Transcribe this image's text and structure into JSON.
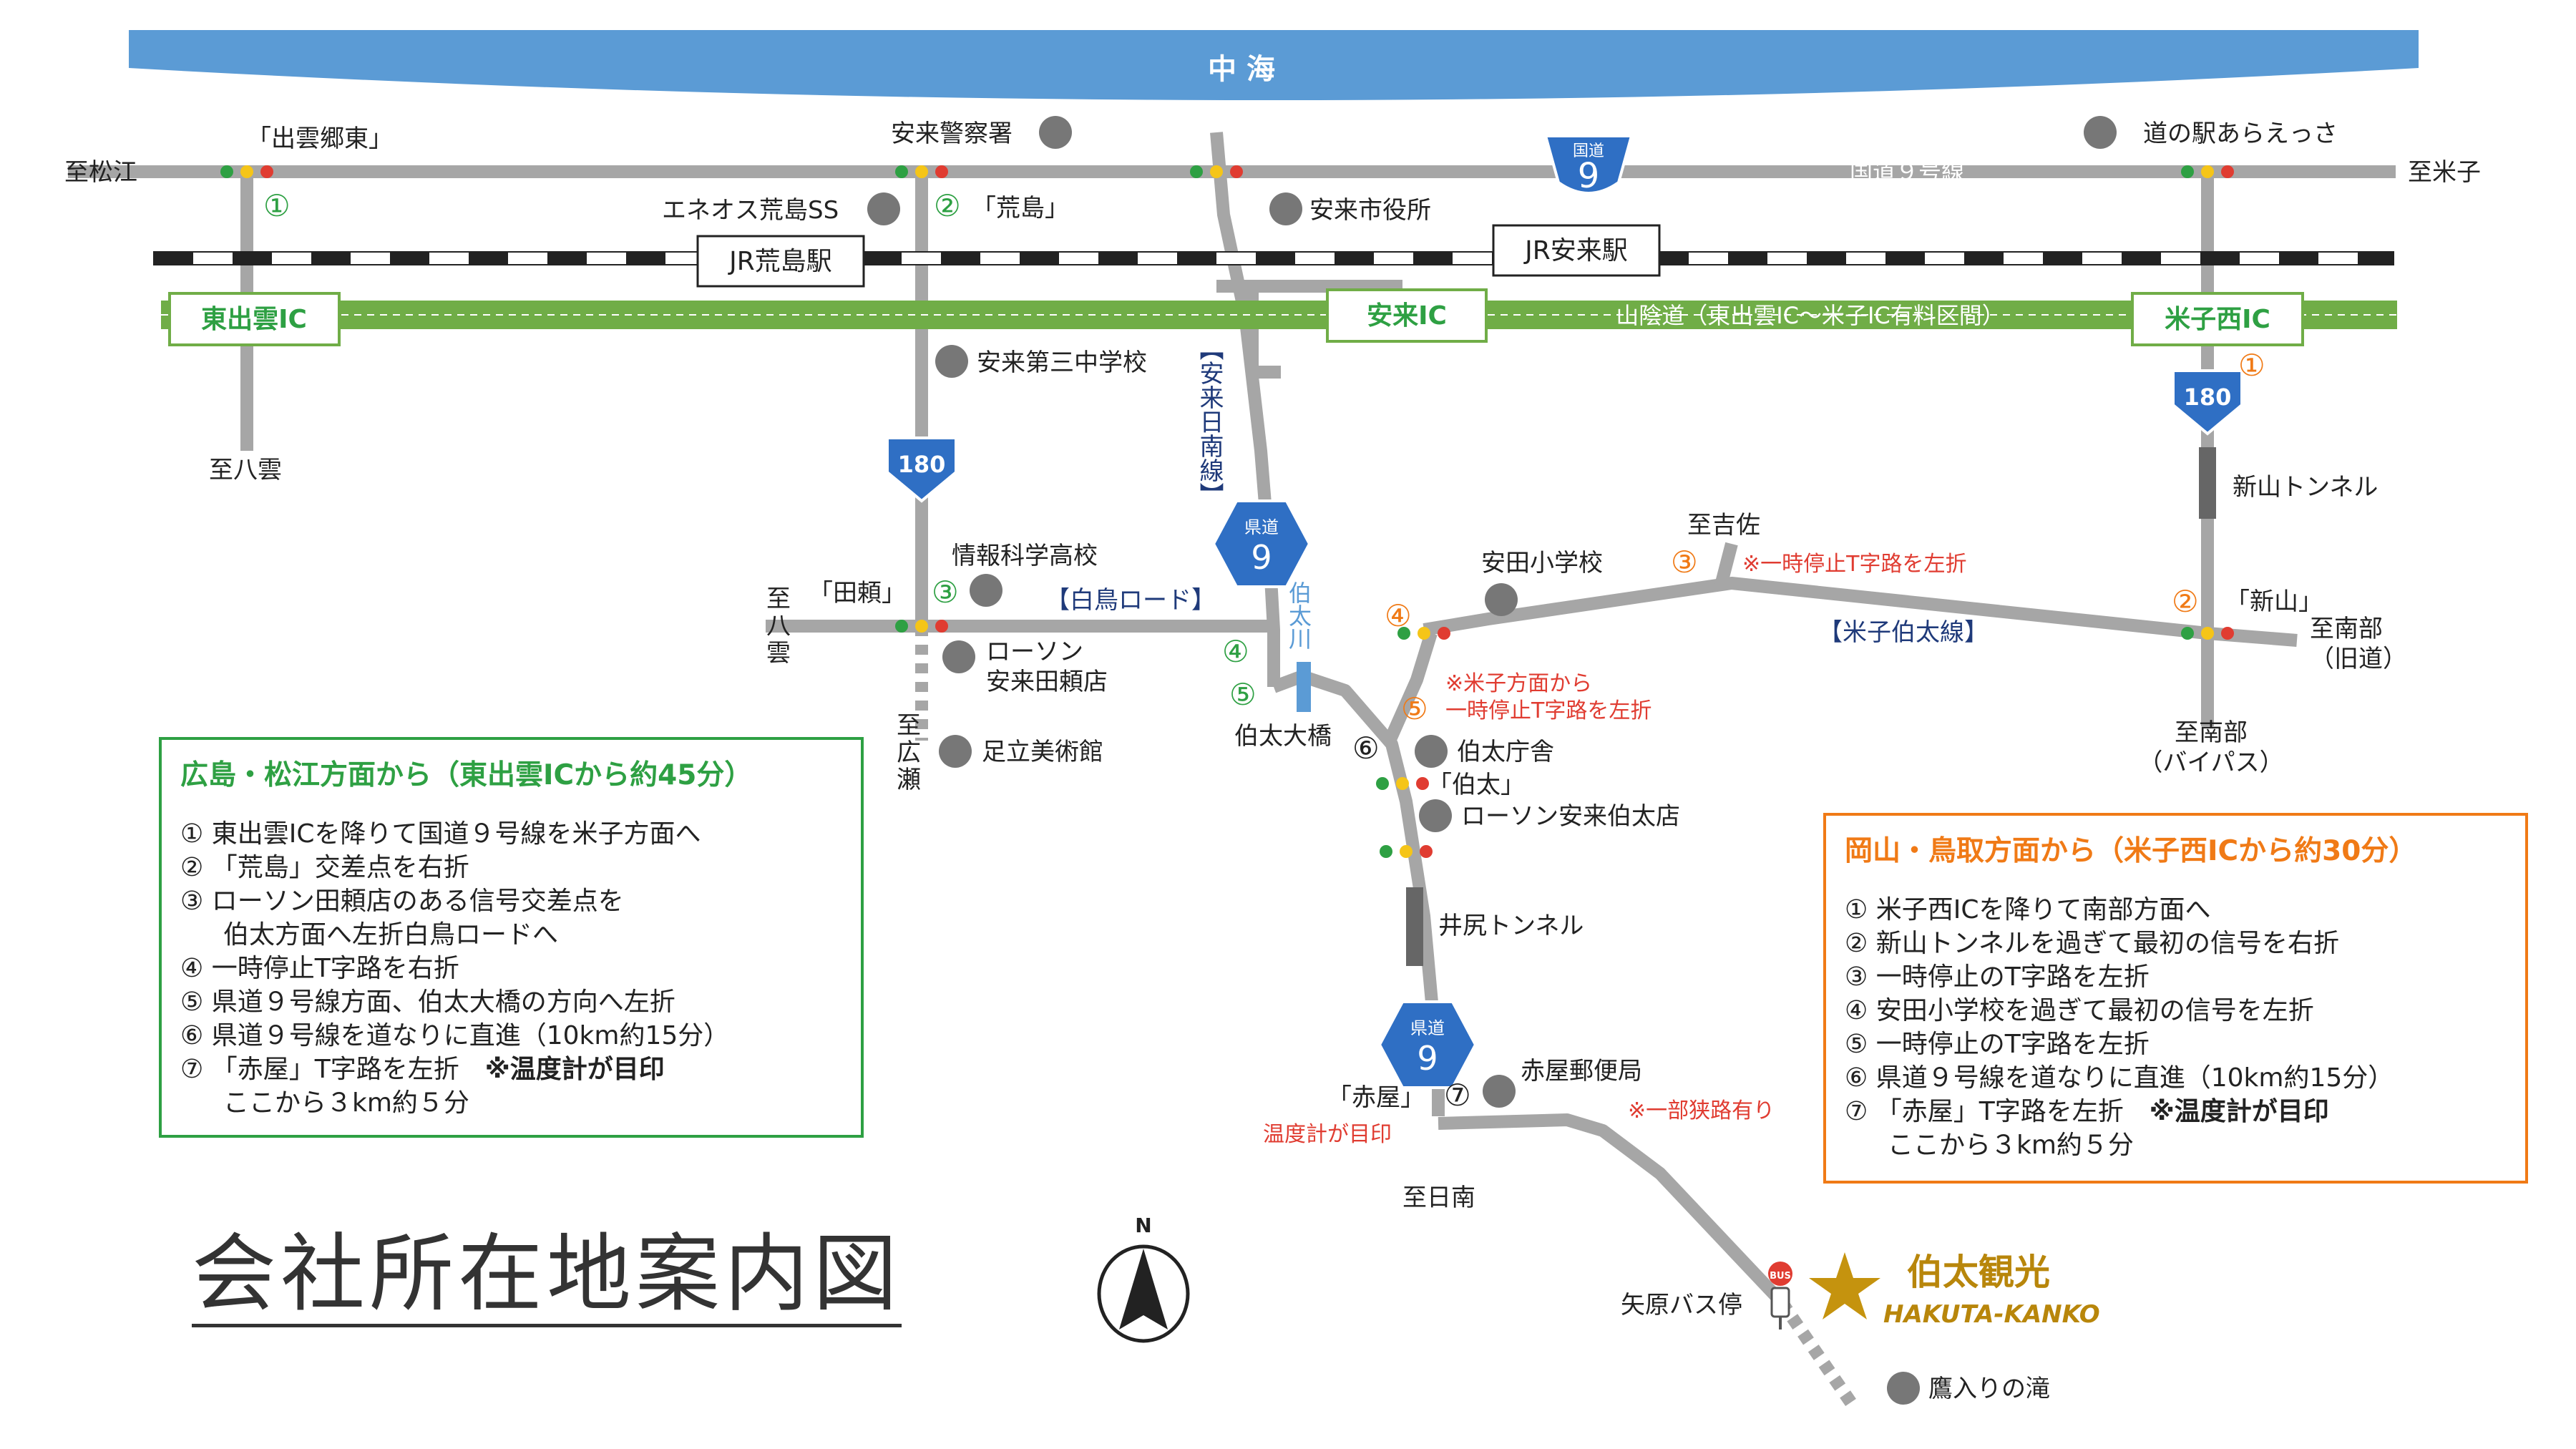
{
  "title": "会社所在地案内図",
  "sea": "中 海",
  "north": "N",
  "roads": {
    "national9_label": "国道９号線",
    "sanin_label": "山陰道（東出雲IC～米子IC有料区間）",
    "yasugi_hinan": "【安来日南線】",
    "shiratori": "【白鳥ロード】",
    "yonago_hakuta": "【米子伯太線】",
    "hakuta_river": "伯太川"
  },
  "route_shields": {
    "national9": {
      "top": "国道",
      "num": "9"
    },
    "route180_a": "180",
    "route180_b": "180",
    "pref9_a": {
      "top": "県道",
      "num": "9"
    },
    "pref9_b": {
      "top": "県道",
      "num": "9"
    }
  },
  "stations": [
    "JR荒島駅",
    "JR安来駅"
  ],
  "ics": [
    "東出雲IC",
    "安来IC",
    "米子西IC"
  ],
  "tunnels": [
    "新山トンネル",
    "井尻トンネル"
  ],
  "directions": {
    "matsue": "至松江",
    "yonago": "至米子",
    "yakumo_w": "至八雲",
    "yakumo_v": "至\n八\n雲",
    "hirose": "至\n広\n瀬",
    "yoshisa": "至吉佐",
    "nanbu_old": "至南部\n（旧道）",
    "nanbu_bypass": "至南部\n（バイパス）",
    "nichinan": "至日南"
  },
  "intersections": {
    "izumogoto": "「出雲郷東」",
    "arashima": "「荒島」",
    "tayori": "「田頼」",
    "niiyama": "「新山」",
    "hakuta": "「伯太」",
    "akaya": "「赤屋」"
  },
  "landmarks": [
    "安来警察署",
    "道の駅あらえっさ",
    "エネオス荒島SS",
    "安来市役所",
    "安来第三中学校",
    "情報科学高校",
    "ローソン\n安来田頼店",
    "足立美術館",
    "安田小学校",
    "伯太庁舎",
    "ローソン安来伯太店",
    "赤屋郵便局",
    "鷹入りの滝",
    "伯太大橋",
    "矢原バス停"
  ],
  "notes": {
    "temp_gauge": "温度計が目印",
    "stop_t_left": "※一時停止T字路を左折",
    "from_yonago": "※米子方面から\n一時停止T字路を左折",
    "narrow": "※一部狭路有り"
  },
  "company": {
    "name_jp": "伯太観光",
    "name_en": "HAKUTA-KANKO",
    "bus_icon": "BUS"
  },
  "guide_west": {
    "heading": "広島・松江方面から（東出雲ICから約45分）",
    "steps": [
      "① 東出雲ICを降りて国道９号線を米子方面へ",
      "② 「荒島」交差点を右折",
      "③ ローソン田頼店のある信号交差点を",
      "伯太方面へ左折白鳥ロードへ",
      "④ 一時停止T字路を右折",
      "⑤ 県道９号線方面、伯太大橋の方向へ左折",
      "⑥ 県道９号線を道なりに直進（10km約15分）",
      "⑦ 「赤屋」T字路を左折　",
      "※温度計が目印",
      "ここから３km約５分"
    ]
  },
  "guide_east": {
    "heading": "岡山・鳥取方面から（米子西ICから約30分）",
    "steps": [
      "① 米子西ICを降りて南部方面へ",
      "② 新山トンネルを過ぎて最初の信号を右折",
      "③ 一時停止のT字路を左折",
      "④ 安田小学校を過ぎて最初の信号を左折",
      "⑤ 一時停止のT字路を左折",
      "⑥ 県道９号線を道なりに直進（10km約15分）",
      "⑦ 「赤屋」T字路を左折　",
      "※温度計が目印",
      "ここから３km約５分"
    ]
  },
  "step_marks": {
    "g1": "①",
    "g2": "②",
    "g3": "③",
    "g4": "④",
    "g5": "⑤",
    "o1": "①",
    "o2": "②",
    "o3": "③",
    "o4": "④",
    "o5": "⑤",
    "b6": "⑥",
    "b7": "⑦"
  },
  "colors": {
    "sea": "#5b9bd5",
    "road": "#a6a6a6",
    "expressway": "#70ad47",
    "shield": "#2f6fc4",
    "green": "#2ea043",
    "orange": "#f07a16",
    "red": "#e03c31",
    "gold": "#b8860b"
  }
}
